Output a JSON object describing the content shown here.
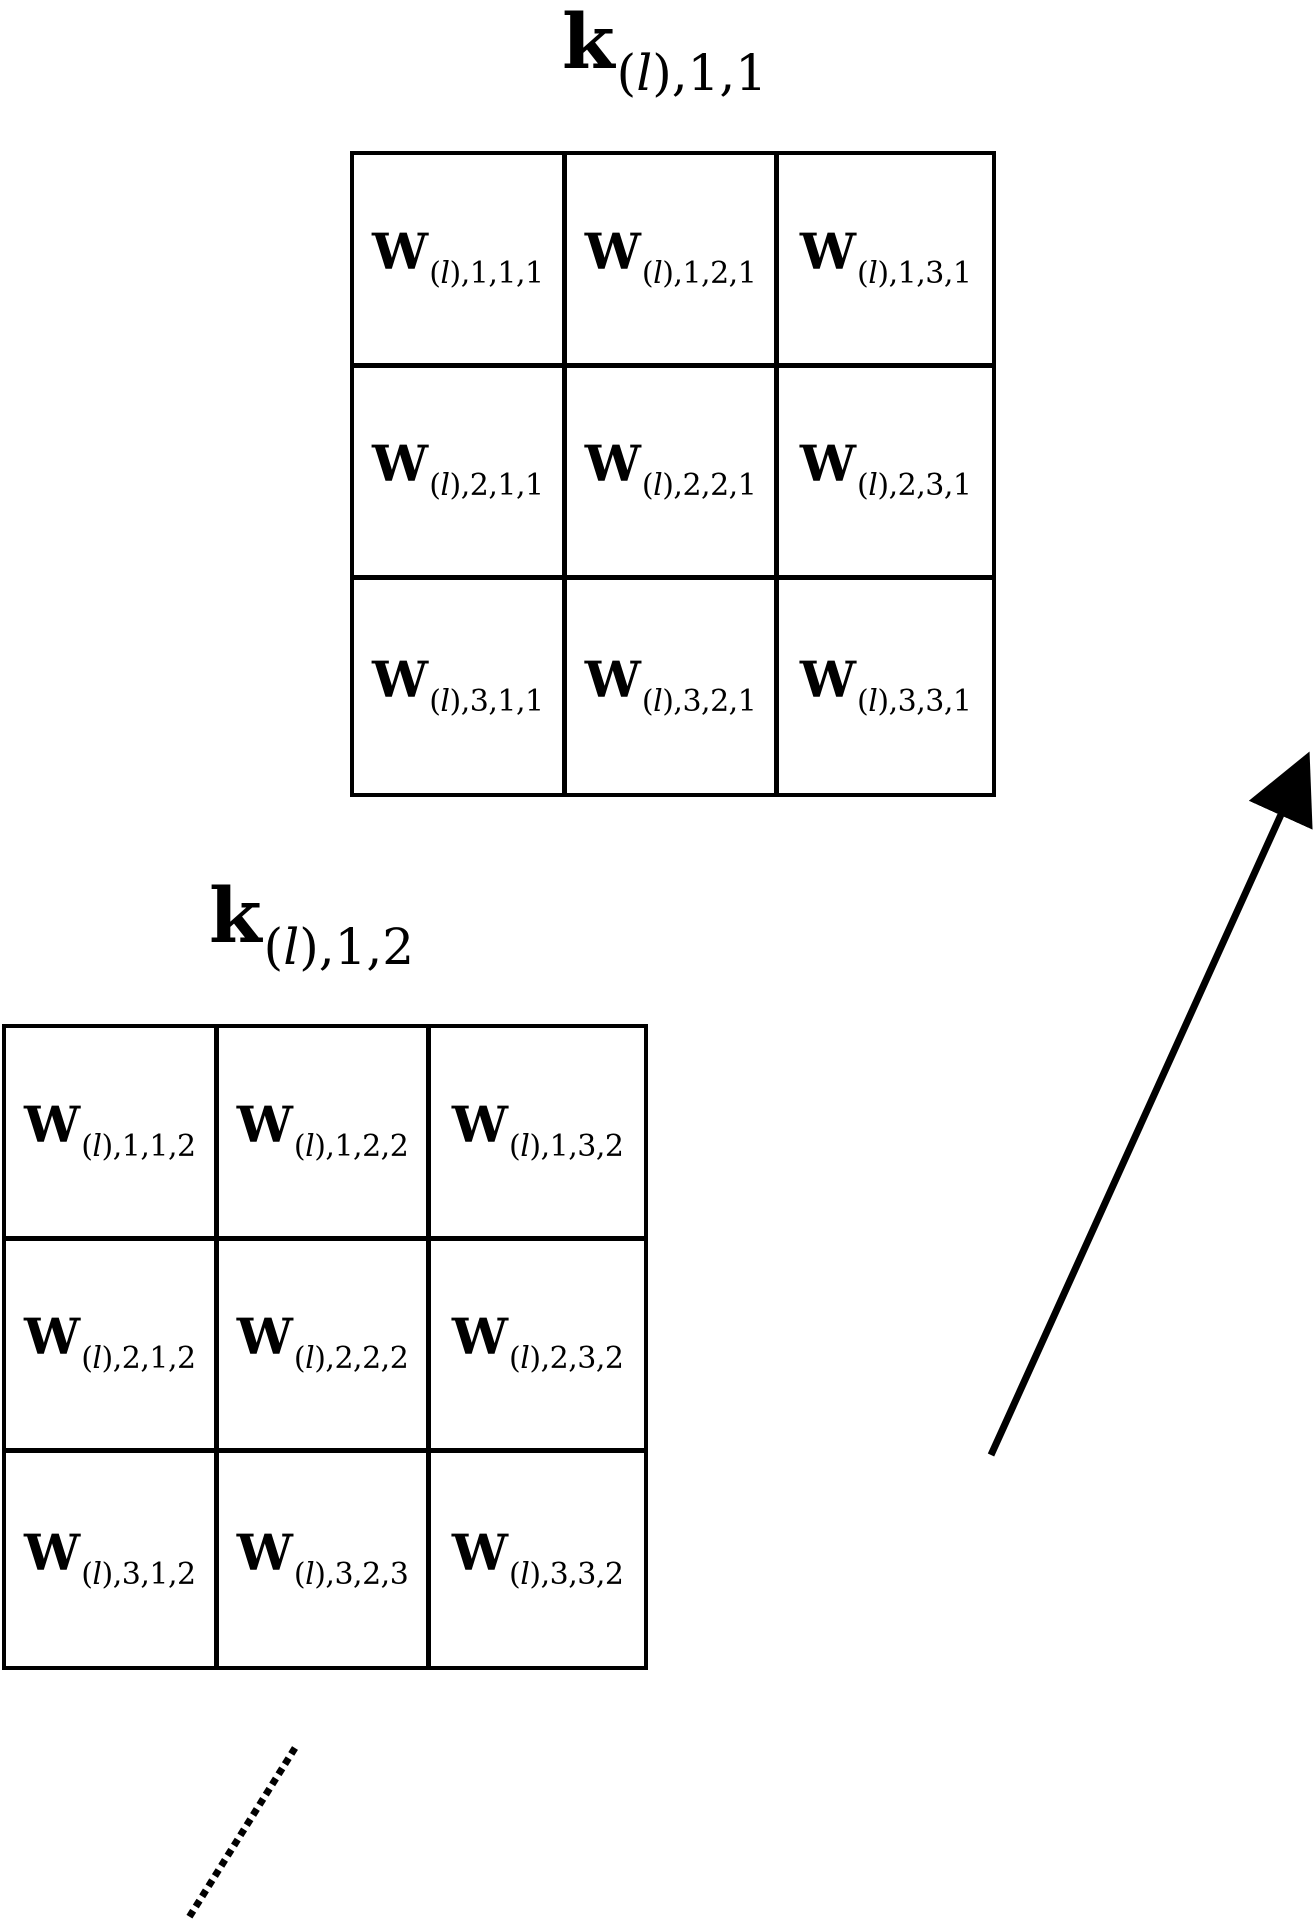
{
  "kernels": [
    {
      "label": {
        "base": "k",
        "open": "(",
        "var": "l",
        "close": ")",
        "indices": ",1,1"
      },
      "cells": [
        [
          ",1,1,1",
          ",1,2,1",
          ",1,3,1"
        ],
        [
          ",2,1,1",
          ",2,2,1",
          ",2,3,1"
        ],
        [
          ",3,1,1",
          ",3,2,1",
          ",3,3,1"
        ]
      ]
    },
    {
      "label": {
        "base": "k",
        "open": "(",
        "var": "l",
        "close": ")",
        "indices": ",1,2"
      },
      "cells": [
        [
          ",1,1,2",
          ",1,2,2",
          ",1,3,2"
        ],
        [
          ",2,1,2",
          ",2,2,2",
          ",2,3,2"
        ],
        [
          ",3,1,2",
          ",3,2,3",
          ",3,3,2"
        ]
      ]
    }
  ],
  "cell_symbol": {
    "base": "W",
    "open": "(",
    "var": "l",
    "close": ")"
  }
}
